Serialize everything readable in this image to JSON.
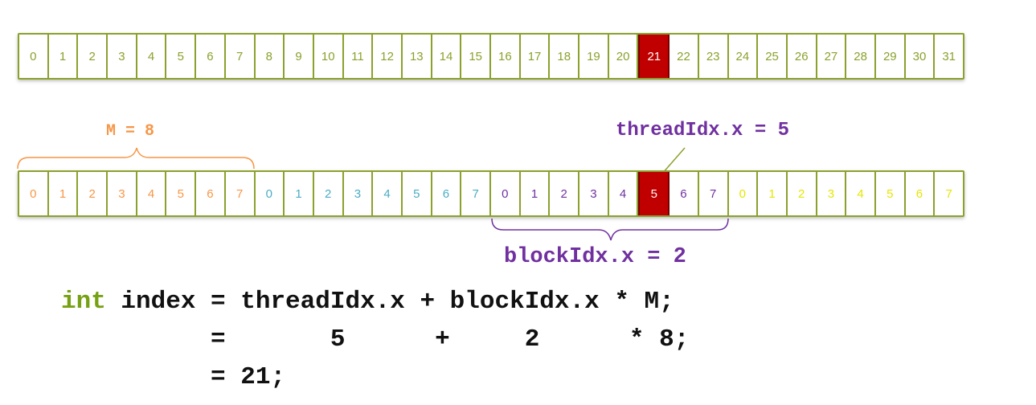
{
  "top_row": {
    "cells": [
      "0",
      "1",
      "2",
      "3",
      "4",
      "5",
      "6",
      "7",
      "8",
      "9",
      "10",
      "11",
      "12",
      "13",
      "14",
      "15",
      "16",
      "17",
      "18",
      "19",
      "20",
      "21",
      "22",
      "23",
      "24",
      "25",
      "26",
      "27",
      "28",
      "29",
      "30",
      "31"
    ],
    "highlight_index": 21
  },
  "bottom_row": {
    "blocks": [
      {
        "color": "#f79646",
        "cells": [
          "0",
          "1",
          "2",
          "3",
          "4",
          "5",
          "6",
          "7"
        ]
      },
      {
        "color": "#4bacc6",
        "cells": [
          "0",
          "1",
          "2",
          "3",
          "4",
          "5",
          "6",
          "7"
        ]
      },
      {
        "color": "#7030a0",
        "cells": [
          "0",
          "1",
          "2",
          "3",
          "4",
          "5",
          "6",
          "7"
        ]
      },
      {
        "color": "#e6e600",
        "cells": [
          "0",
          "1",
          "2",
          "3",
          "4",
          "5",
          "6",
          "7"
        ]
      }
    ],
    "highlight_block": 2,
    "highlight_cell": 5
  },
  "labels": {
    "m_label": "M = 8",
    "thread_label": "threadIdx.x = 5",
    "block_label": "blockIdx.x = 2"
  },
  "code": {
    "line1_keyword": "int",
    "line1_rest": " index = threadIdx.x + blockIdx.x * M;",
    "line2": "          =       5      +     2      * 8;",
    "line3": "          = 21;"
  },
  "colors": {
    "grid_green": "#8aa12c",
    "highlight_red": "#c00000",
    "orange": "#f79646",
    "teal": "#4bacc6",
    "purple": "#7030a0",
    "yellow": "#e6e600",
    "keyword_green": "#76a114"
  }
}
